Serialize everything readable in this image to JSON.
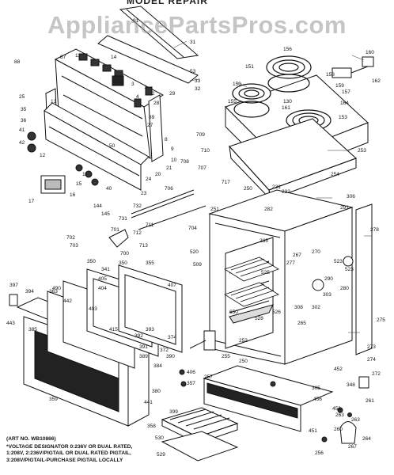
{
  "watermark": "AppliancePartsPros.com",
  "top_title_fragment": "MODEL REPAIR",
  "art_number": "(ART NO. WB10866)",
  "notes": [
    "*VOLTAGE DESIGNATOR 0:236V OR DUAL RATED,",
    "1:208V, 2:236V/PIGTAIL OR DUAL RATED PIGTAIL,",
    "3:208V/PIGTAIL-PURCHASE PIGTAIL LOCALLY"
  ],
  "callouts": [
    "91",
    "31",
    "88",
    "87",
    "11",
    "14",
    "33",
    "32",
    "53",
    "155",
    "156",
    "160",
    "151",
    "158",
    "159",
    "162",
    "157",
    "150",
    "161",
    "130",
    "164",
    "153",
    "253",
    "254",
    "25",
    "35",
    "36",
    "41",
    "42",
    "12",
    "13",
    "1",
    "4",
    "2",
    "3",
    "28",
    "29",
    "9",
    "10",
    "11",
    "15",
    "16",
    "23",
    "24",
    "40",
    "144",
    "145",
    "89",
    "21",
    "20",
    "17",
    "50",
    "8",
    "27",
    "709",
    "710",
    "708",
    "707",
    "706",
    "731",
    "732",
    "717",
    "250",
    "251",
    "282",
    "283",
    "306",
    "291",
    "278",
    "701",
    "702",
    "703",
    "700",
    "704",
    "711",
    "712",
    "713",
    "520",
    "509",
    "267",
    "277",
    "523",
    "290",
    "280",
    "302",
    "303",
    "308",
    "265",
    "273",
    "274",
    "272",
    "350",
    "355",
    "407",
    "341",
    "405",
    "404",
    "403",
    "415",
    "393",
    "392",
    "391",
    "389",
    "372",
    "374",
    "452",
    "348",
    "456",
    "453",
    "255",
    "257",
    "250",
    "305",
    "260",
    "263",
    "261",
    "263",
    "264",
    "267",
    "256",
    "451",
    "380",
    "357",
    "406",
    "350",
    "390",
    "363",
    "384",
    "397",
    "394",
    "443",
    "490",
    "442",
    "385",
    "359",
    "441",
    "358",
    "399",
    "530",
    "529",
    "270",
    "523",
    "525",
    "650",
    "528",
    "526",
    "252",
    "275",
    "231",
    "232"
  ]
}
